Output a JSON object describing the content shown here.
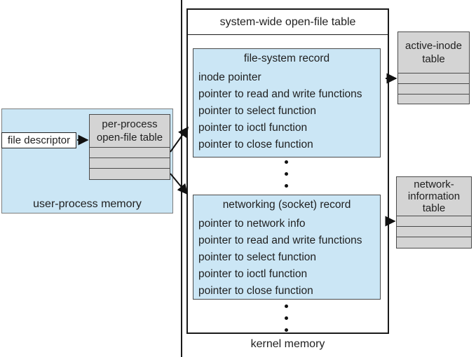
{
  "figure": {
    "user_process": {
      "label": "user-process memory",
      "file_descriptor": "file descriptor",
      "per_process_table_title": "per-process open-file table"
    },
    "kernel": {
      "label": "kernel memory",
      "system_table_title": "system-wide open-file table",
      "file_system_record": {
        "title": "file-system record",
        "entries": [
          "inode pointer",
          "pointer to read and write functions",
          "pointer to select function",
          "pointer to ioctl function",
          "pointer to close function"
        ]
      },
      "networking_record": {
        "title": "networking (socket) record",
        "entries": [
          "pointer to network info",
          "pointer to read and write functions",
          "pointer to select function",
          "pointer to ioctl function",
          "pointer to close function"
        ]
      }
    },
    "right_tables": {
      "active_inode_title": "active-inode table",
      "network_information_title": "network-information table"
    },
    "colors": {
      "record_fill": "#cbe6f5",
      "table_fill": "#d4d4d4",
      "line": "#1a1a1a"
    }
  }
}
